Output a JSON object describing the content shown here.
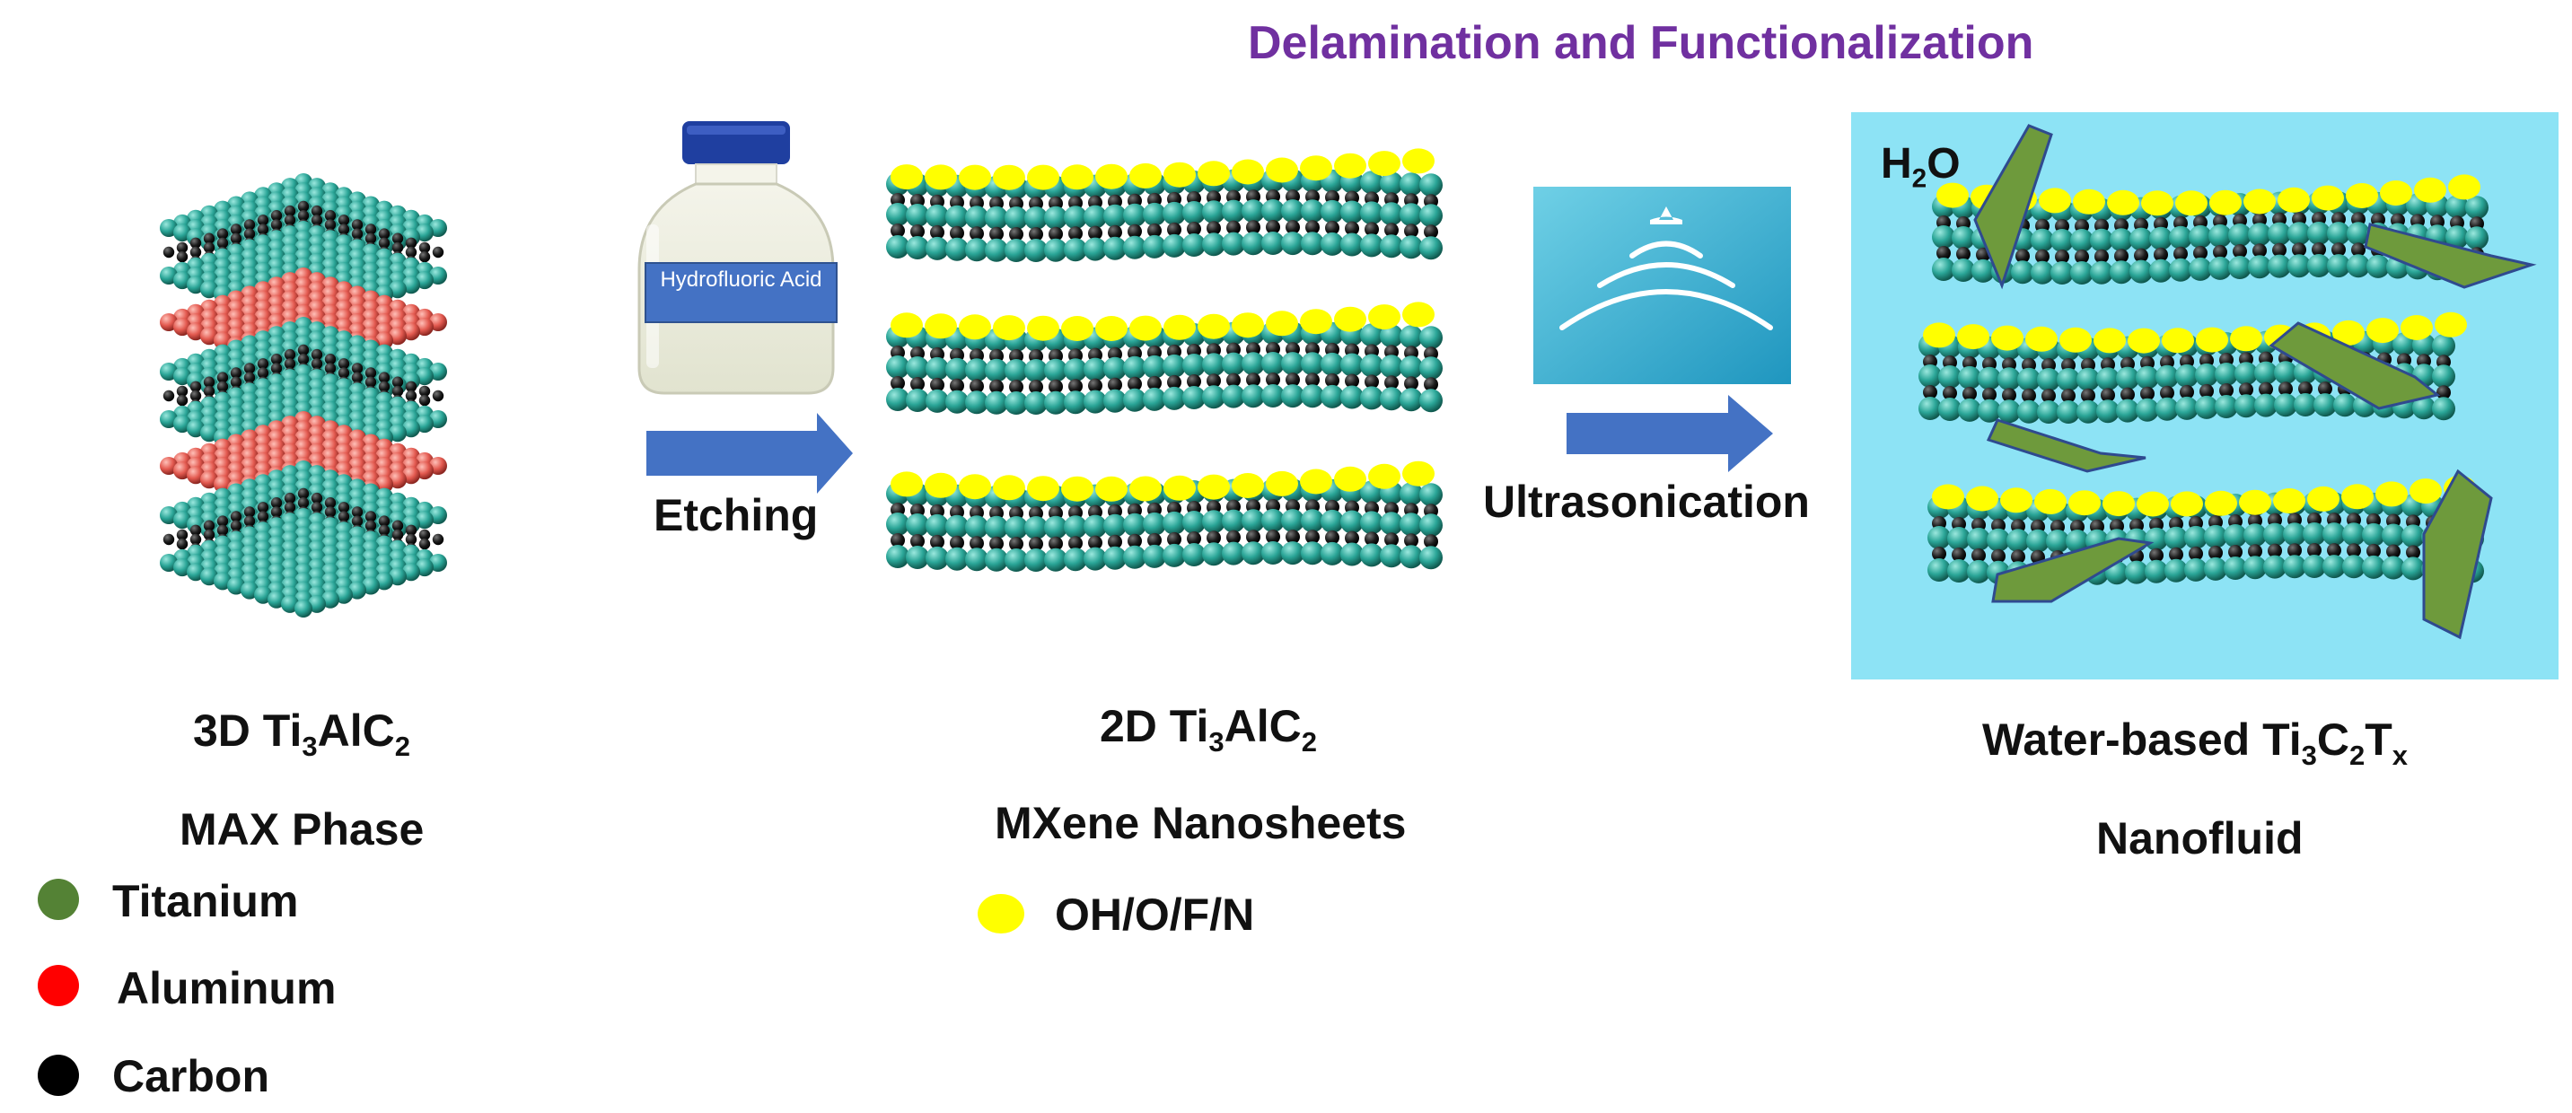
{
  "header": {
    "title": "Delamination and Functionalization",
    "color": "#7030a0"
  },
  "colors": {
    "titanium": "#2fa89b",
    "aluminum": "#e5534b",
    "carbon": "#1a1a1a",
    "functional_group": "#ffff00",
    "arrow": "#4472c4",
    "water_bg": "#8de3f5",
    "platelet": "#6e9a3c",
    "legend_titanium": "#548235",
    "legend_aluminum": "#ff0000"
  },
  "stage_max": {
    "line1_prefix": "3D Ti",
    "line1_sub1": "3",
    "line1_mid": "AlC",
    "line1_sub2": "2",
    "line2": "MAX Phase"
  },
  "legend_max": [
    {
      "name": "Titanium"
    },
    {
      "name": "Aluminum"
    },
    {
      "name": "Carbon"
    }
  ],
  "step_etch": {
    "bottle_label": "Hydrofluoric Acid",
    "label": "Etching"
  },
  "stage_mxene": {
    "line1_prefix": "2D Ti",
    "line1_sub1": "3",
    "line1_mid": "AlC",
    "line1_sub2": "2",
    "line2": "MXene Nanosheets",
    "legend": "OH/O/F/N"
  },
  "step_sonic": {
    "label": "Ultrasonication"
  },
  "stage_fluid": {
    "h2o_prefix": "H",
    "h2o_sub": "2",
    "h2o_suffix": "O",
    "line1_prefix": "Water-based Ti",
    "line1_sub1": "3",
    "line1_c": "C",
    "line1_sub2": "2",
    "line1_t": "T",
    "line1_sub3": "x",
    "line2": "Nanofluid"
  }
}
